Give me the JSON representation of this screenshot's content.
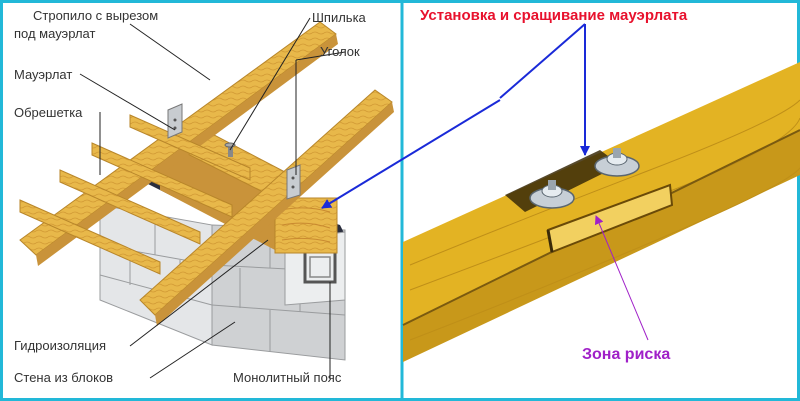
{
  "labels": {
    "rafter_notch": [
      "Стропило с вырезом",
      "под мауэрлат"
    ],
    "mauerlat": "Мауэрлат",
    "lathing": "Обрешетка",
    "stud": "Шпилька",
    "corner": "Уголок",
    "waterproofing": "Гидроизоляция",
    "block_wall": "Стена из блоков",
    "monolithic_belt": "Монолитный пояс"
  },
  "right_panel": {
    "title": "Установка и сращивание мауэрлата",
    "risk_zone": "Зона риска"
  },
  "colors": {
    "frame": "#22b8d8",
    "timber": "#e8b84a",
    "timber_dark": "#b8862a",
    "beam_yellow": "#e0b020",
    "beam_dark": "#7a5a10",
    "arrow_blue": "#1a2ad8",
    "title_red": "#e8112d",
    "risk_purple": "#a020c8",
    "block": "#d8dadc"
  }
}
